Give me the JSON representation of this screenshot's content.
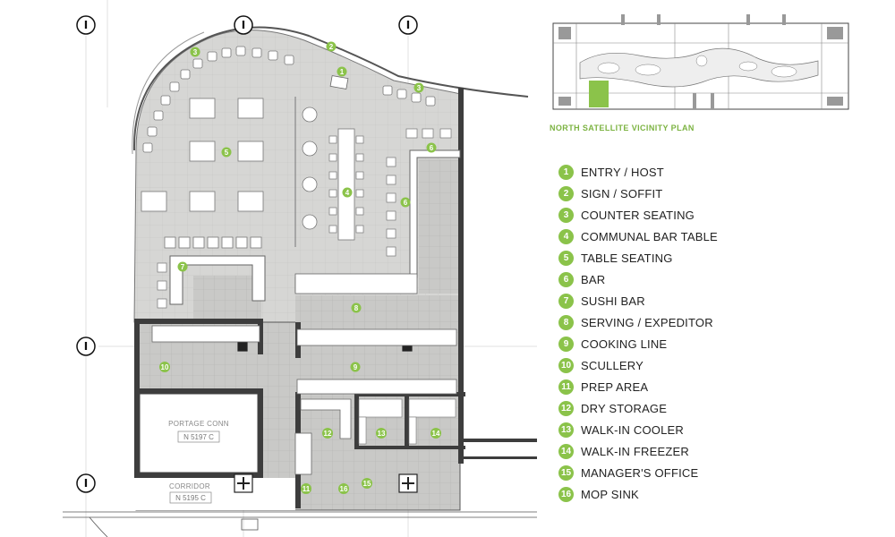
{
  "vicinity_caption": "NORTH SATELLITE VICINITY PLAN",
  "rooms": {
    "portage_conn": "PORTAGE CONN",
    "portage_conn_number": "N 5197 C",
    "corridor": "CORRIDOR",
    "corridor_number": "N 5195 C"
  },
  "grid_marker_symbol": "I",
  "accent_color": "#8bc34a",
  "legend": [
    {
      "num": "1",
      "label": "ENTRY / HOST"
    },
    {
      "num": "2",
      "label": "SIGN / SOFFIT"
    },
    {
      "num": "3",
      "label": "COUNTER SEATING"
    },
    {
      "num": "4",
      "label": "COMMUNAL BAR TABLE"
    },
    {
      "num": "5",
      "label": "TABLE SEATING"
    },
    {
      "num": "6",
      "label": "BAR"
    },
    {
      "num": "7",
      "label": "SUSHI BAR"
    },
    {
      "num": "8",
      "label": "SERVING / EXPEDITOR"
    },
    {
      "num": "9",
      "label": "COOKING LINE"
    },
    {
      "num": "10",
      "label": "SCULLERY"
    },
    {
      "num": "11",
      "label": "PREP AREA"
    },
    {
      "num": "12",
      "label": "DRY STORAGE"
    },
    {
      "num": "13",
      "label": "WALK-IN COOLER"
    },
    {
      "num": "14",
      "label": "WALK-IN FREEZER"
    },
    {
      "num": "15",
      "label": "MANAGER'S OFFICE"
    },
    {
      "num": "16",
      "label": "MOP SINK"
    }
  ]
}
